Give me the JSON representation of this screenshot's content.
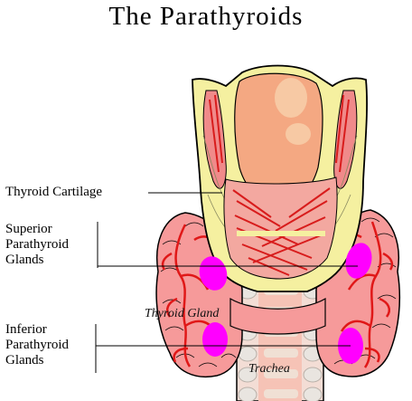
{
  "title": "The  Parathyroids",
  "labels": {
    "thyroid_cartilage": "Thyroid  Cartilage",
    "superior": "Superior\nParathyroid\nGlands",
    "inferior": "Inferior\nParathyroid\nGlands",
    "thyroid_gland": "Thyroid Gland",
    "trachea": "Trachea"
  },
  "colors": {
    "cartilage": "#f5f0a0",
    "muscle": "#f08a8a",
    "muscle_fibre": "#d81c1c",
    "larynx_interior": "#f4a882",
    "thyroid_lobe": "#f69a9a",
    "parathyroid": "#ff00ff",
    "trachea_ring": "#e8e0d8"
  }
}
